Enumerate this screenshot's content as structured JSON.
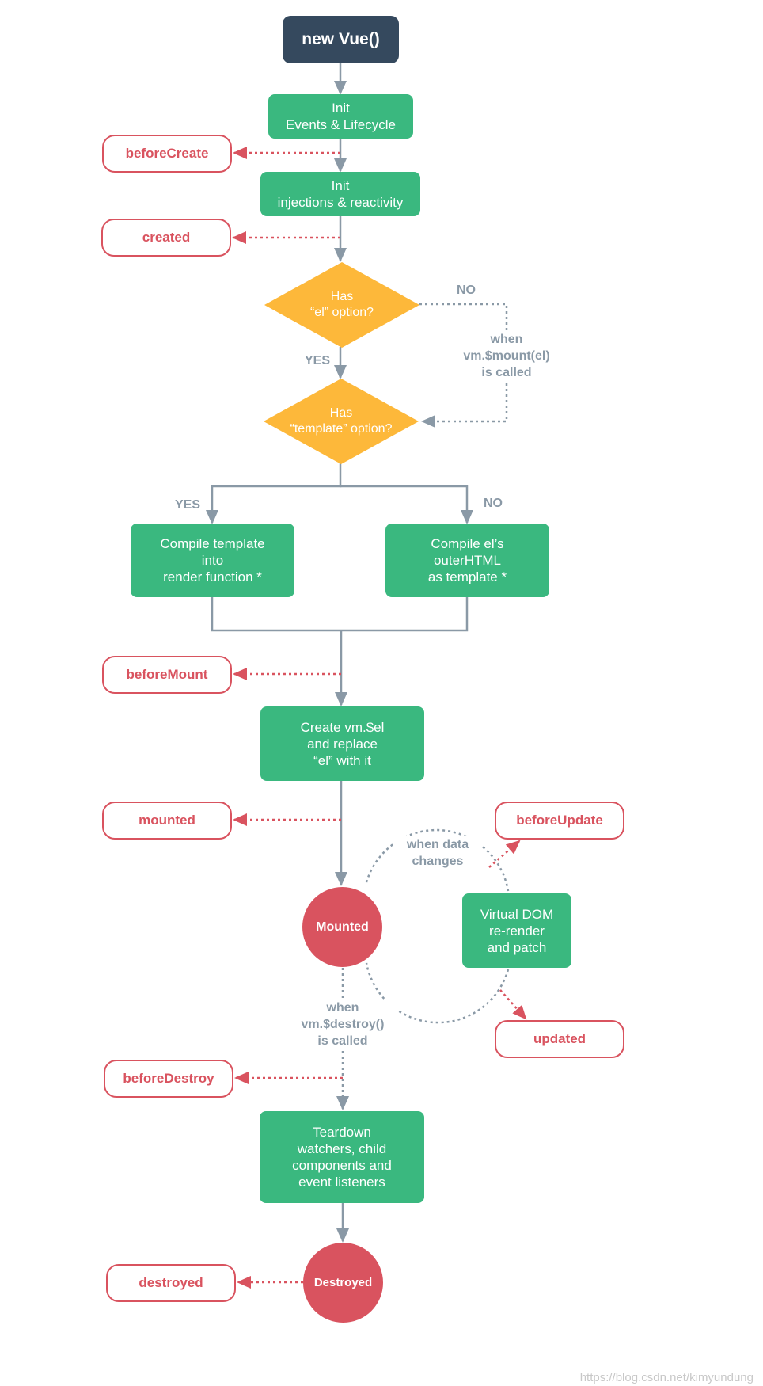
{
  "diagram": {
    "start": "new Vue()",
    "init_events": "Init\nEvents & Lifecycle",
    "init_injections": "Init\ninjections & reactivity",
    "decision_el": "Has\n“el” option?",
    "decision_template": "Has\n“template” option?",
    "compile_template": "Compile template\ninto\nrender function *",
    "compile_el": "Compile el’s\nouterHTML\nas template *",
    "create_el": "Create vm.$el\nand replace\n“el” with it",
    "virtual_dom": "Virtual DOM\nre-render\nand patch",
    "teardown": "Teardown\nwatchers, child\ncomponents and\nevent listeners",
    "mounted_state": "Mounted",
    "destroyed_state": "Destroyed"
  },
  "hooks": {
    "before_create": "beforeCreate",
    "created": "created",
    "before_mount": "beforeMount",
    "mounted": "mounted",
    "before_update": "beforeUpdate",
    "updated": "updated",
    "before_destroy": "beforeDestroy",
    "destroyed": "destroyed"
  },
  "labels": {
    "no_el": "NO",
    "yes_el": "YES",
    "when_mount": "when\nvm.$mount(el)\nis called",
    "yes_template": "YES",
    "no_template": "NO",
    "when_data_changes": "when data\nchanges",
    "when_destroy": "when\nvm.$destroy()\nis called"
  },
  "watermark": "https://blog.csdn.net/kimyundung",
  "colors": {
    "start": "#35495e",
    "process": "#3ab87f",
    "decision": "#fdb83a",
    "hook": "#d9535f",
    "line": "#8a99a6"
  }
}
